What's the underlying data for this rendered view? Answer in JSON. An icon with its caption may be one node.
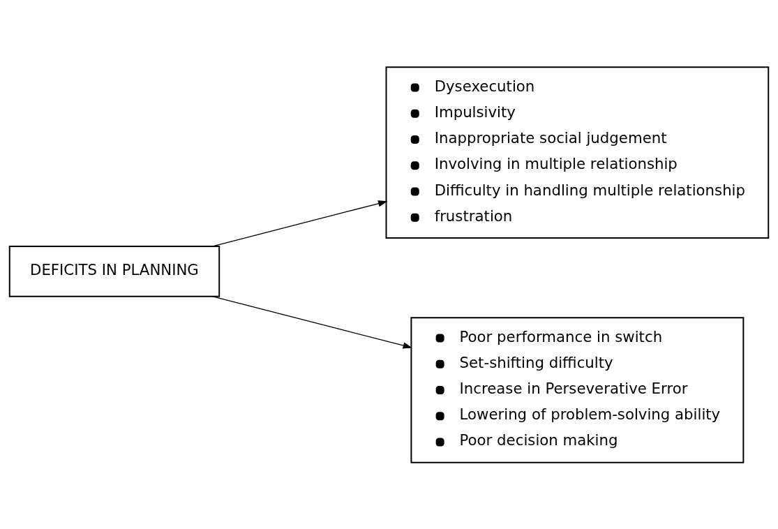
{
  "diagram": {
    "nodes": [
      {
        "text": [
          "DEFICITS IN PLANNING"
        ]
      },
      {
        "text": [
          "Dysexecution",
          "Impulsivity",
          "Inappropriate social judgement",
          "Involving in multiple relationship",
          "Difficulty in handling multiple relationship",
          "frustration"
        ]
      },
      {
        "text": [
          "Poor performance in switch",
          "Set-shifting difficulty",
          "Increase in Perseverative Error",
          "Lowering of problem-solving ability",
          "Poor decision making"
        ]
      }
    ],
    "edges": [
      {
        "from": 0,
        "to": 1,
        "arrow": "to"
      },
      {
        "from": 0,
        "to": 2,
        "arrow": "to"
      }
    ]
  }
}
